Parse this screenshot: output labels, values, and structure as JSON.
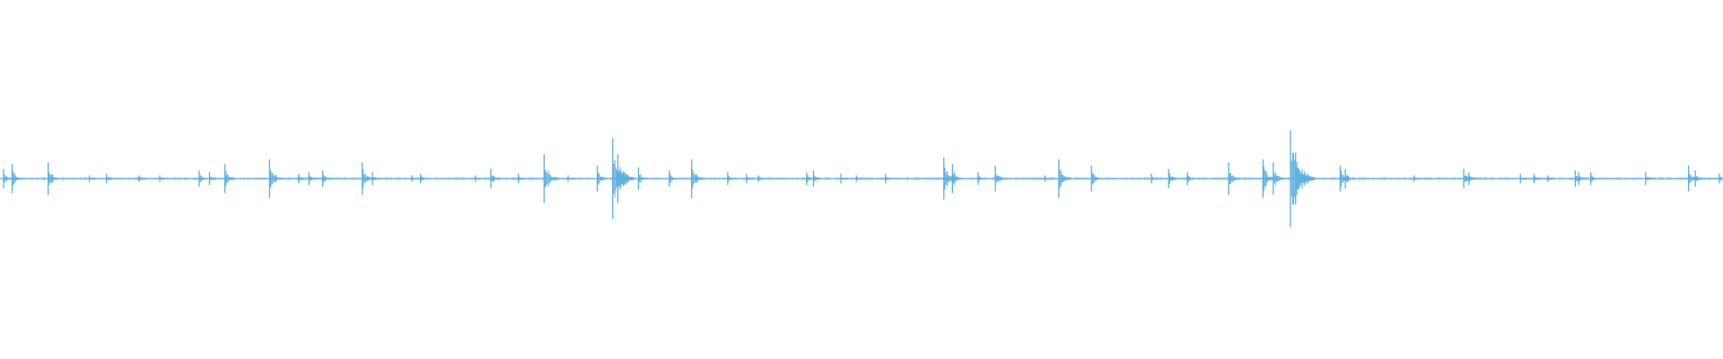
{
  "waveform": {
    "color": "#5aaee0",
    "background": "#ffffff",
    "peaks": [
      {
        "t": 0.0,
        "a": 0.06
      },
      {
        "t": 0.005,
        "a": 0.09
      },
      {
        "t": 0.026,
        "a": 0.1
      },
      {
        "t": 0.05,
        "a": 0.02
      },
      {
        "t": 0.06,
        "a": 0.03
      },
      {
        "t": 0.079,
        "a": 0.02
      },
      {
        "t": 0.091,
        "a": 0.02
      },
      {
        "t": 0.114,
        "a": 0.05
      },
      {
        "t": 0.12,
        "a": 0.04
      },
      {
        "t": 0.129,
        "a": 0.09
      },
      {
        "t": 0.155,
        "a": 0.12
      },
      {
        "t": 0.172,
        "a": 0.03
      },
      {
        "t": 0.178,
        "a": 0.04
      },
      {
        "t": 0.186,
        "a": 0.05
      },
      {
        "t": 0.209,
        "a": 0.1
      },
      {
        "t": 0.215,
        "a": 0.04
      },
      {
        "t": 0.238,
        "a": 0.02
      },
      {
        "t": 0.243,
        "a": 0.03
      },
      {
        "t": 0.275,
        "a": 0.02
      },
      {
        "t": 0.284,
        "a": 0.06
      },
      {
        "t": 0.3,
        "a": 0.03
      },
      {
        "t": 0.315,
        "a": 0.15
      },
      {
        "t": 0.329,
        "a": 0.02
      },
      {
        "t": 0.346,
        "a": 0.08
      },
      {
        "t": 0.355,
        "a": 0.25
      },
      {
        "t": 0.358,
        "a": 0.15
      },
      {
        "t": 0.37,
        "a": 0.07
      },
      {
        "t": 0.388,
        "a": 0.05
      },
      {
        "t": 0.401,
        "a": 0.12
      },
      {
        "t": 0.422,
        "a": 0.04
      },
      {
        "t": 0.433,
        "a": 0.03
      },
      {
        "t": 0.44,
        "a": 0.02
      },
      {
        "t": 0.468,
        "a": 0.04
      },
      {
        "t": 0.472,
        "a": 0.05
      },
      {
        "t": 0.488,
        "a": 0.03
      },
      {
        "t": 0.497,
        "a": 0.02
      },
      {
        "t": 0.514,
        "a": 0.03
      },
      {
        "t": 0.548,
        "a": 0.13
      },
      {
        "t": 0.553,
        "a": 0.09
      },
      {
        "t": 0.568,
        "a": 0.04
      },
      {
        "t": 0.578,
        "a": 0.08
      },
      {
        "t": 0.607,
        "a": 0.02
      },
      {
        "t": 0.615,
        "a": 0.12
      },
      {
        "t": 0.634,
        "a": 0.08
      },
      {
        "t": 0.669,
        "a": 0.03
      },
      {
        "t": 0.679,
        "a": 0.06
      },
      {
        "t": 0.69,
        "a": 0.04
      },
      {
        "t": 0.714,
        "a": 0.1
      },
      {
        "t": 0.734,
        "a": 0.12
      },
      {
        "t": 0.74,
        "a": 0.1
      },
      {
        "t": 0.75,
        "a": 0.3
      },
      {
        "t": 0.753,
        "a": 0.16
      },
      {
        "t": 0.76,
        "a": 0.03
      },
      {
        "t": 0.779,
        "a": 0.08
      },
      {
        "t": 0.782,
        "a": 0.06
      },
      {
        "t": 0.822,
        "a": 0.02
      },
      {
        "t": 0.851,
        "a": 0.06
      },
      {
        "t": 0.854,
        "a": 0.04
      },
      {
        "t": 0.884,
        "a": 0.03
      },
      {
        "t": 0.892,
        "a": 0.03
      },
      {
        "t": 0.9,
        "a": 0.02
      },
      {
        "t": 0.916,
        "a": 0.05
      },
      {
        "t": 0.918,
        "a": 0.04
      },
      {
        "t": 0.925,
        "a": 0.04
      },
      {
        "t": 0.957,
        "a": 0.04
      },
      {
        "t": 0.982,
        "a": 0.08
      },
      {
        "t": 0.986,
        "a": 0.05
      },
      {
        "t": 1.0,
        "a": 0.03
      }
    ]
  }
}
